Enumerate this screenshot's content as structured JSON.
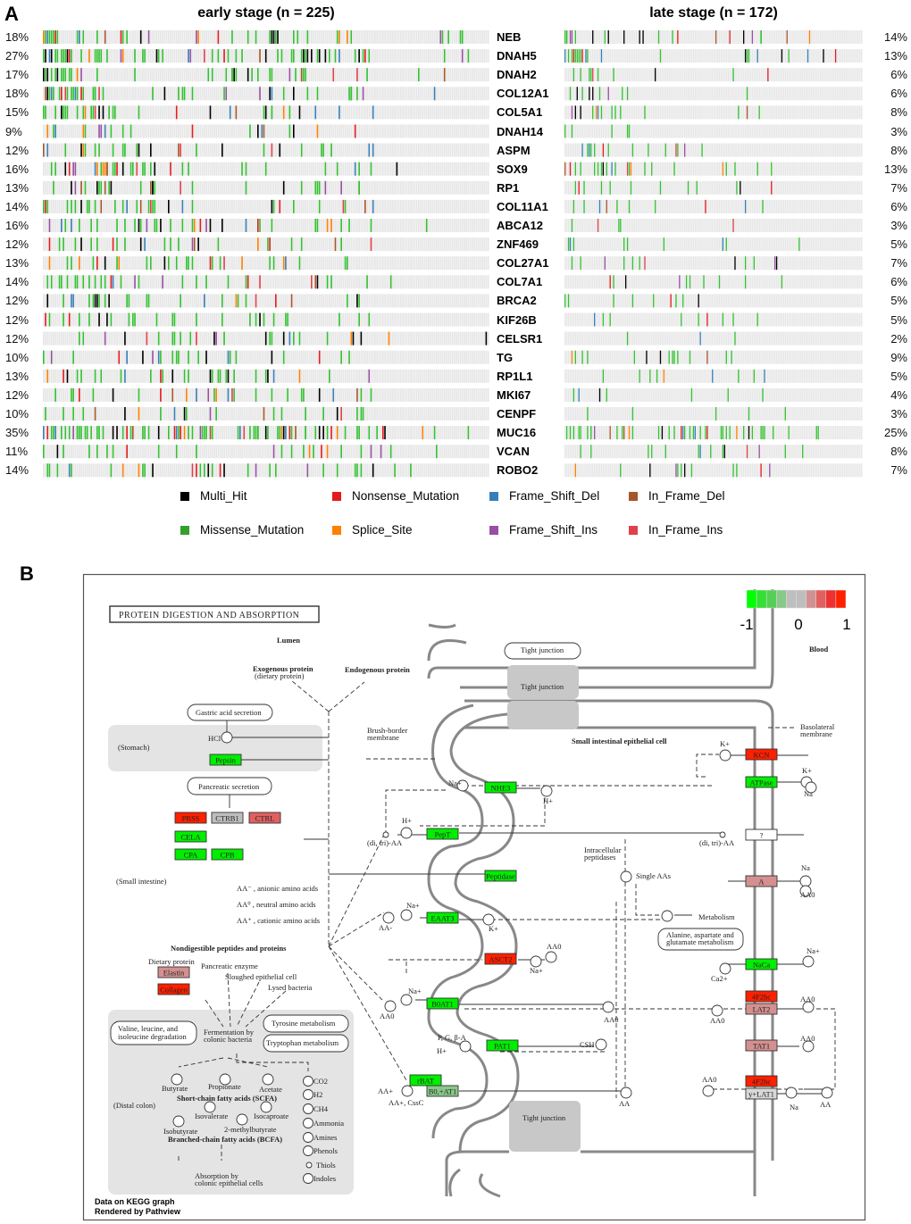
{
  "panel_a": {
    "letter": "A",
    "early_title": "early stage (n = 225)",
    "late_title": "late stage (n = 172)",
    "early_n": 225,
    "late_n": 172,
    "genes": [
      {
        "name": "NEB",
        "early": "18%",
        "late": "14%"
      },
      {
        "name": "DNAH5",
        "early": "27%",
        "late": "13%"
      },
      {
        "name": "DNAH2",
        "early": "17%",
        "late": "6%"
      },
      {
        "name": "COL12A1",
        "early": "18%",
        "late": "6%"
      },
      {
        "name": "COL5A1",
        "early": "15%",
        "late": "8%"
      },
      {
        "name": "DNAH14",
        "early": "9%",
        "late": "3%"
      },
      {
        "name": "ASPM",
        "early": "12%",
        "late": "8%"
      },
      {
        "name": "SOX9",
        "early": "16%",
        "late": "13%"
      },
      {
        "name": "RP1",
        "early": "13%",
        "late": "7%"
      },
      {
        "name": "COL11A1",
        "early": "14%",
        "late": "6%"
      },
      {
        "name": "ABCA12",
        "early": "16%",
        "late": "3%"
      },
      {
        "name": "ZNF469",
        "early": "12%",
        "late": "5%"
      },
      {
        "name": "COL27A1",
        "early": "13%",
        "late": "7%"
      },
      {
        "name": "COL7A1",
        "early": "14%",
        "late": "6%"
      },
      {
        "name": "BRCA2",
        "early": "12%",
        "late": "5%"
      },
      {
        "name": "KIF26B",
        "early": "12%",
        "late": "5%"
      },
      {
        "name": "CELSR1",
        "early": "12%",
        "late": "2%"
      },
      {
        "name": "TG",
        "early": "10%",
        "late": "9%"
      },
      {
        "name": "RP1L1",
        "early": "13%",
        "late": "5%"
      },
      {
        "name": "MKI67",
        "early": "12%",
        "late": "4%"
      },
      {
        "name": "CENPF",
        "early": "10%",
        "late": "3%"
      },
      {
        "name": "MUC16",
        "early": "35%",
        "late": "25%"
      },
      {
        "name": "VCAN",
        "early": "11%",
        "late": "8%"
      },
      {
        "name": "ROBO2",
        "early": "14%",
        "late": "7%"
      }
    ],
    "legend": [
      {
        "label": "Multi_Hit",
        "color": "#000000"
      },
      {
        "label": "Nonsense_Mutation",
        "color": "#e41a1c"
      },
      {
        "label": "Frame_Shift_Del",
        "color": "#377eb8"
      },
      {
        "label": "In_Frame_Del",
        "color": "#a65628"
      },
      {
        "label": "Missense_Mutation",
        "color": "#33a02c"
      },
      {
        "label": "Splice_Site",
        "color": "#ff7f00"
      },
      {
        "label": "Frame_Shift_Ins",
        "color": "#984ea3"
      },
      {
        "label": "In_Frame_Ins",
        "color": "#e0404a"
      }
    ]
  },
  "panel_b": {
    "letter": "B",
    "title": "PROTEIN DIGESTION AND ABSORPTION",
    "scale": {
      "min": "-1",
      "mid": "0",
      "max": "1",
      "colors": [
        "#00ff00",
        "#33e033",
        "#55d055",
        "#88c888",
        "#bebebe",
        "#bebebe",
        "#d49090",
        "#e06060",
        "#ee3030",
        "#ff2000"
      ]
    },
    "labels": {
      "lumen": "Lumen",
      "blood": "Blood",
      "exogenous": "Exogenous protein",
      "dietary": "(dietary protein)",
      "endogenous": "Endogenous protein",
      "gastric": "Gastric acid secretion",
      "stomach": "(Stomach)",
      "hcl": "HCl",
      "pancreatic": "Pancreatic secretion",
      "small_intestine": "(Small intestine)",
      "aa_anionic": "AA⁻ , anionic amino acids",
      "aa_neutral": "AA⁰ , neutral amino acids",
      "aa_cationic": "AA⁺ , cationic amino acids",
      "nondigestible": "Nondigestible peptides and proteins",
      "dietary_protein": "Dietary protein",
      "pancreatic_enzyme": "Pancreatic enzyme",
      "sloughed": "Sloughed epithelial cell",
      "lysed": "Lysed bacteria",
      "valine1": "Valine, leucine, and",
      "valine2": "isoleucine degradation",
      "ferment1": "Fermentation by",
      "ferment2": "colonic bacteria",
      "tyrosine": "Tyrosine metabolism",
      "tryptophan": "Tryptophan metabolism",
      "distal": "(Distal colon)",
      "butyrate": "Butyrate",
      "propionate": "Propionate",
      "acetate": "Acetate",
      "scfa": "Short-chain fatty acids (SCFA)",
      "isovalerate": "Isovalerate",
      "isocaproate": "Isocaproate",
      "isobutyrate": "Isobutyrate",
      "methylbutyrate": "2-methylbutyrate",
      "bcfa": "Branched-chain fatty acids (BCFA)",
      "absorption1": "Absorption by",
      "absorption2": "colonic epithelial cells",
      "co2": "CO2",
      "h2": "H2",
      "ch4": "CH4",
      "ammonia": "Ammonia",
      "amines": "Amines",
      "phenols": "Phenols",
      "thiols": "Thiols",
      "indoles": "Indoles",
      "tight_junction_label": "Tight junction",
      "tight_junction_box": "Tight junction",
      "tight_junction_bottom": "Tight junction",
      "brush1": "Brush-border",
      "brush2": "membrane",
      "cell": "Small intestinal epithelial cell",
      "baso1": "Basolateral",
      "baso2": "membrane",
      "ditri_left": "(di, tri)-AA",
      "ditri_right": "(di, tri)-AA",
      "intra1": "Intracellular",
      "intra2": "peptidases",
      "single": "Single AAs",
      "metabolism": "Metabolism",
      "ala1": "Alanine, aspartate and",
      "ala2": "glutamate metabolism",
      "na1": "Na+",
      "h1": "H+",
      "h2ion": "H+",
      "k1": "K+",
      "k2": "K+",
      "na2": "Na",
      "na3": "Na+",
      "aa0a": "AA0",
      "na4": "Na+",
      "aam": "AA-",
      "kp": "K+",
      "aa0b": "AA0",
      "na5": "Na",
      "na6": "Na+",
      "ca": "Ca2+",
      "na7": "Na+",
      "aa0c": "AA0",
      "aa0d": "AA0",
      "aa0e": "AA0",
      "pgb": "P, G, β-A",
      "hp": "H+",
      "csh": "CSH",
      "aa_csc": "AA+, CssC",
      "aa0f": "AA0",
      "aa0g": "AA0",
      "aa0h": "AA",
      "na8": "Na",
      "aa_r": "AA",
      "aa0i": "AA0",
      "aa_plus": "AA+",
      "footer1": "Data on KEGG graph",
      "footer2": "Rendered by Pathview"
    },
    "genes": {
      "pepsin": "Pepsin",
      "prss": "PRSS",
      "ctrb1": "CTRB1",
      "ctrl": "CTRL",
      "cela": "CELA",
      "cpa": "CPA",
      "cpb": "CPB",
      "elastin": "Elastin",
      "collagen": "Collagen",
      "nhe3": "NHE3",
      "pept": "PepT",
      "peptidase": "Peptidase",
      "eaat3": "EAAT3",
      "asct2": "ASCT2",
      "b0at1": "B0AT1",
      "pat1": "PAT1",
      "rbat": "rBAT",
      "b0at1b": "B0,+AT1",
      "kcn": "KCN",
      "atpase": "ATPase",
      "unknown": "?",
      "a": "A",
      "naca": "NaCa",
      "f2hc1": "4F2hc",
      "lat2": "LAT2",
      "tat1": "TAT1",
      "f2hc2": "4F2hc",
      "ylat1": "y+LAT1"
    },
    "gene_colors": {
      "pepsin": "#00ee00",
      "prss": "#ff2000",
      "ctrb1": "#bebebe",
      "ctrl": "#e06060",
      "cela": "#00ee00",
      "cpa": "#00ee00",
      "cpb": "#00ee00",
      "elastin": "#d49090",
      "collagen": "#ff2000",
      "nhe3": "#00ee00",
      "pept": "#00ee00",
      "peptidase": "#00ee00",
      "eaat3": "#00ee00",
      "asct2": "#ff2000",
      "b0at1": "#00ee00",
      "pat1": "#00ee00",
      "rbat": "#00ee00",
      "b0at1b": "#88c888",
      "kcn": "#ff2000",
      "atpase": "#00ee00",
      "unknown": "#ffffff",
      "a": "#d49090",
      "naca": "#00ee00",
      "f2hc1": "#ff2000",
      "lat2": "#d49090",
      "tat1": "#d49090",
      "f2hc2": "#ff2000",
      "ylat1": "#d8d8d8"
    }
  }
}
